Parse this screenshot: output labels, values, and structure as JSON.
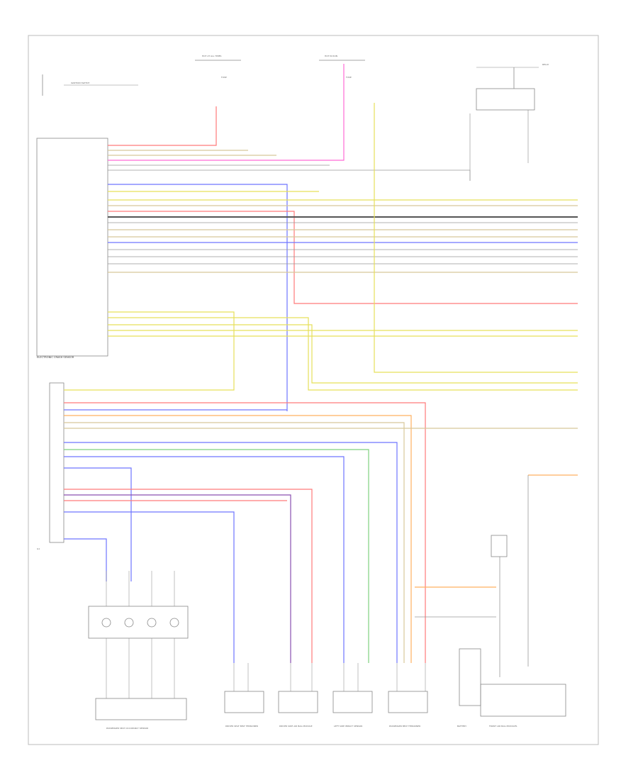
{
  "page_label": "",
  "wires": {
    "red": "#ff7a7a",
    "pink": "#ff6bd6",
    "yellow": "#e6e05a",
    "blue": "#6f76ff",
    "green": "#7fd07f",
    "purple": "#8a4fb0",
    "orange": "#ffb060",
    "black": "#555555",
    "tan": "#d8c89a",
    "gray": "#999999"
  },
  "labels": {
    "top_fuse_a": "HOT AT ALL TIMES",
    "top_fuse_b": "HOT IN RUN",
    "fuse_1": "FUSE",
    "fuse_2": "FUSE",
    "switch_label": "IGNITION SWITCH",
    "module_main": "ELECTRONIC CRASH SENSOR",
    "module_ground": "G1",
    "sensor_block": "PASSENGER SEAT OCCUPANCY SENSOR",
    "comp_1": "DRIVER SEAT BELT TENSIONER",
    "comp_2": "DRIVER SIDE AIR BAG MODULE",
    "comp_3": "LEFT SIDE IMPACT SENSOR",
    "comp_4": "PASSENGER BELT TENSIONER",
    "comp_5": "BATTERY",
    "comp_6": "FRONT AIR BAG MODULES",
    "relay": "RELAY"
  }
}
